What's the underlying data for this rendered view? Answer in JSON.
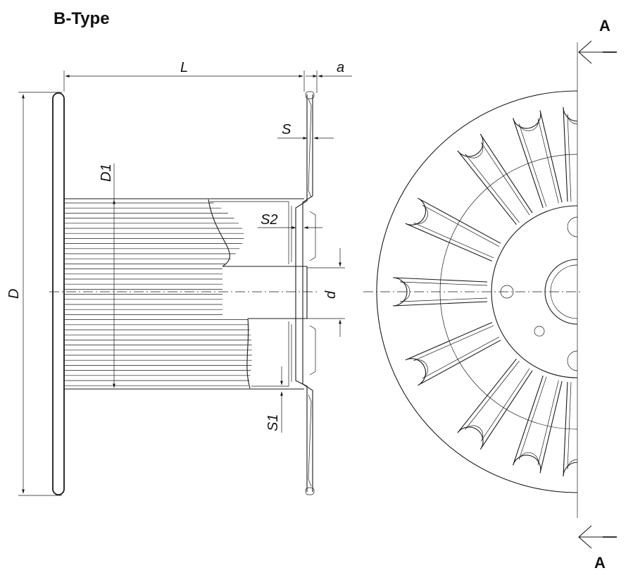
{
  "title": "B-Type",
  "section": {
    "label_top": "A",
    "label_bottom": "A"
  },
  "dimensions": {
    "L": "L",
    "a": "a",
    "S": "S",
    "D1": "D1",
    "D": "D",
    "S2": "S2",
    "d": "d",
    "S1": "S1"
  }
}
